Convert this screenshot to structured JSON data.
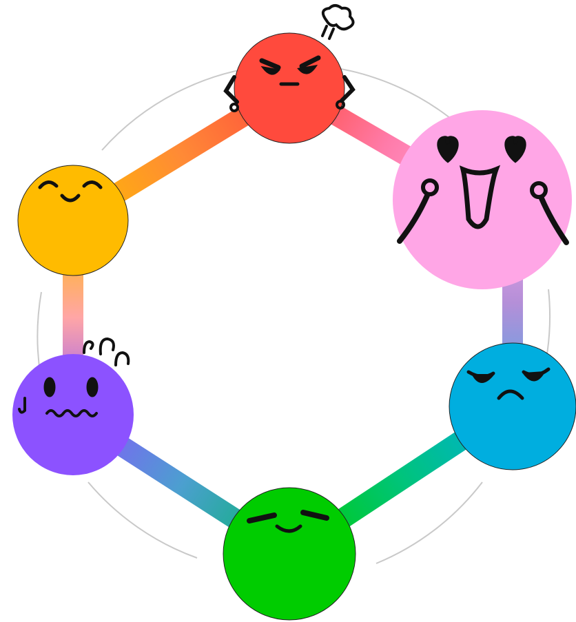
{
  "diagram": {
    "nodes": [
      {
        "id": "angry",
        "emotion": "angry",
        "color": "#FF4A3D"
      },
      {
        "id": "love",
        "emotion": "love",
        "color": "#FFA6E6"
      },
      {
        "id": "sad",
        "emotion": "sad",
        "color": "#00AEDF"
      },
      {
        "id": "content",
        "emotion": "content",
        "color": "#00CC00"
      },
      {
        "id": "anxious",
        "emotion": "anxious",
        "color": "#8C52FF"
      },
      {
        "id": "happy",
        "emotion": "happy",
        "color": "#FFBB00"
      }
    ],
    "edges": [
      {
        "from": "angry",
        "to": "love",
        "colors": [
          "#FF4A3D",
          "#FF7BA9",
          "#FFA6E6"
        ]
      },
      {
        "from": "love",
        "to": "sad",
        "colors": [
          "#FFA6E6",
          "#B48FD8",
          "#4CA8E6"
        ]
      },
      {
        "from": "sad",
        "to": "content",
        "colors": [
          "#00AEDF",
          "#00C47A",
          "#00CC00"
        ]
      },
      {
        "from": "content",
        "to": "anxious",
        "colors": [
          "#00B66B",
          "#4C9FD0",
          "#8C52FF"
        ]
      },
      {
        "from": "anxious",
        "to": "happy",
        "colors": [
          "#8C52FF",
          "#FFA6A6",
          "#FFBB00"
        ]
      },
      {
        "from": "happy",
        "to": "angry",
        "colors": [
          "#FFBB00",
          "#FF8A36",
          "#FF4A3D"
        ]
      }
    ]
  }
}
